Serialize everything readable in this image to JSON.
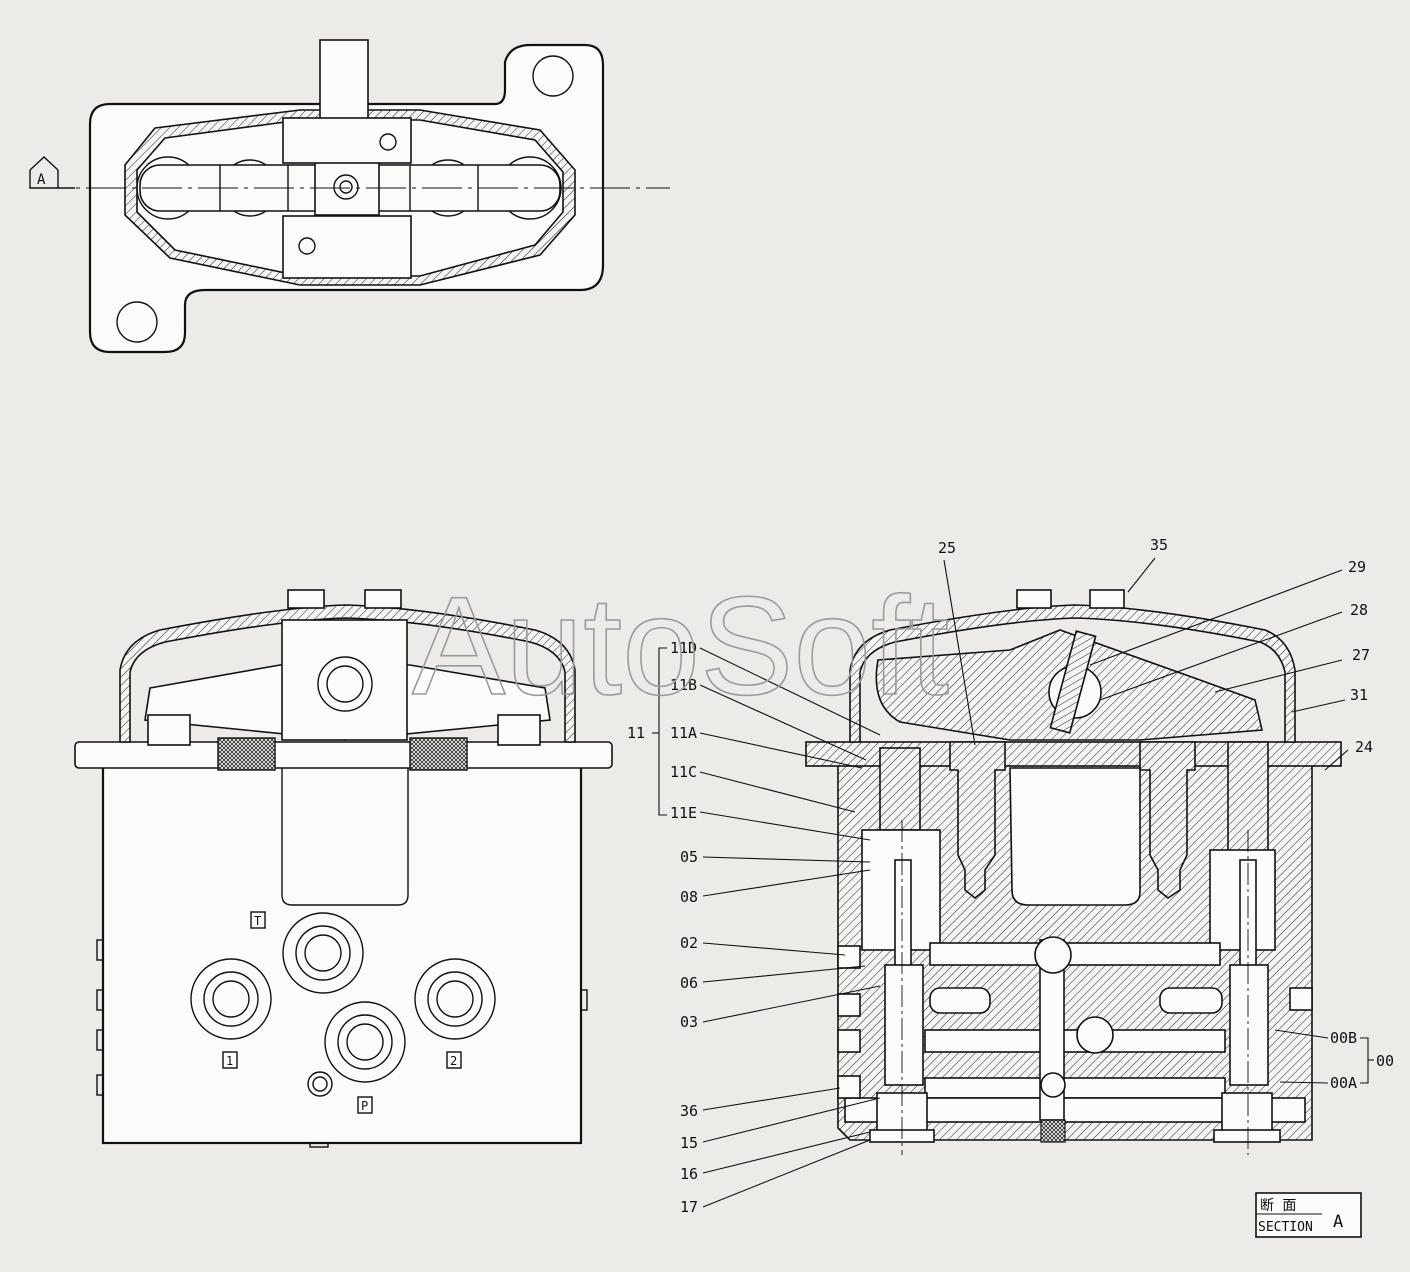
{
  "watermark": "AutoSoft",
  "section_marker": "A",
  "port_labels": {
    "T": "T",
    "p1": "1",
    "p2": "2",
    "P": "P"
  },
  "callouts": {
    "c25": "25",
    "c35": "35",
    "c29": "29",
    "c28": "28",
    "c27": "27",
    "c31": "31",
    "c24": "24",
    "c11D": "11D",
    "c11B": "11B",
    "c11A": "11A",
    "c11C": "11C",
    "c11E": "11E",
    "c11": "11",
    "c05": "05",
    "c08": "08",
    "c02": "02",
    "c06": "06",
    "c03": "03",
    "c36": "36",
    "c15": "15",
    "c16": "16",
    "c17": "17",
    "c00B": "00B",
    "c00A": "00A",
    "c00": "00"
  },
  "section_box": {
    "jp_label": "断  面",
    "en_label": "SECTION",
    "letter": "A"
  }
}
